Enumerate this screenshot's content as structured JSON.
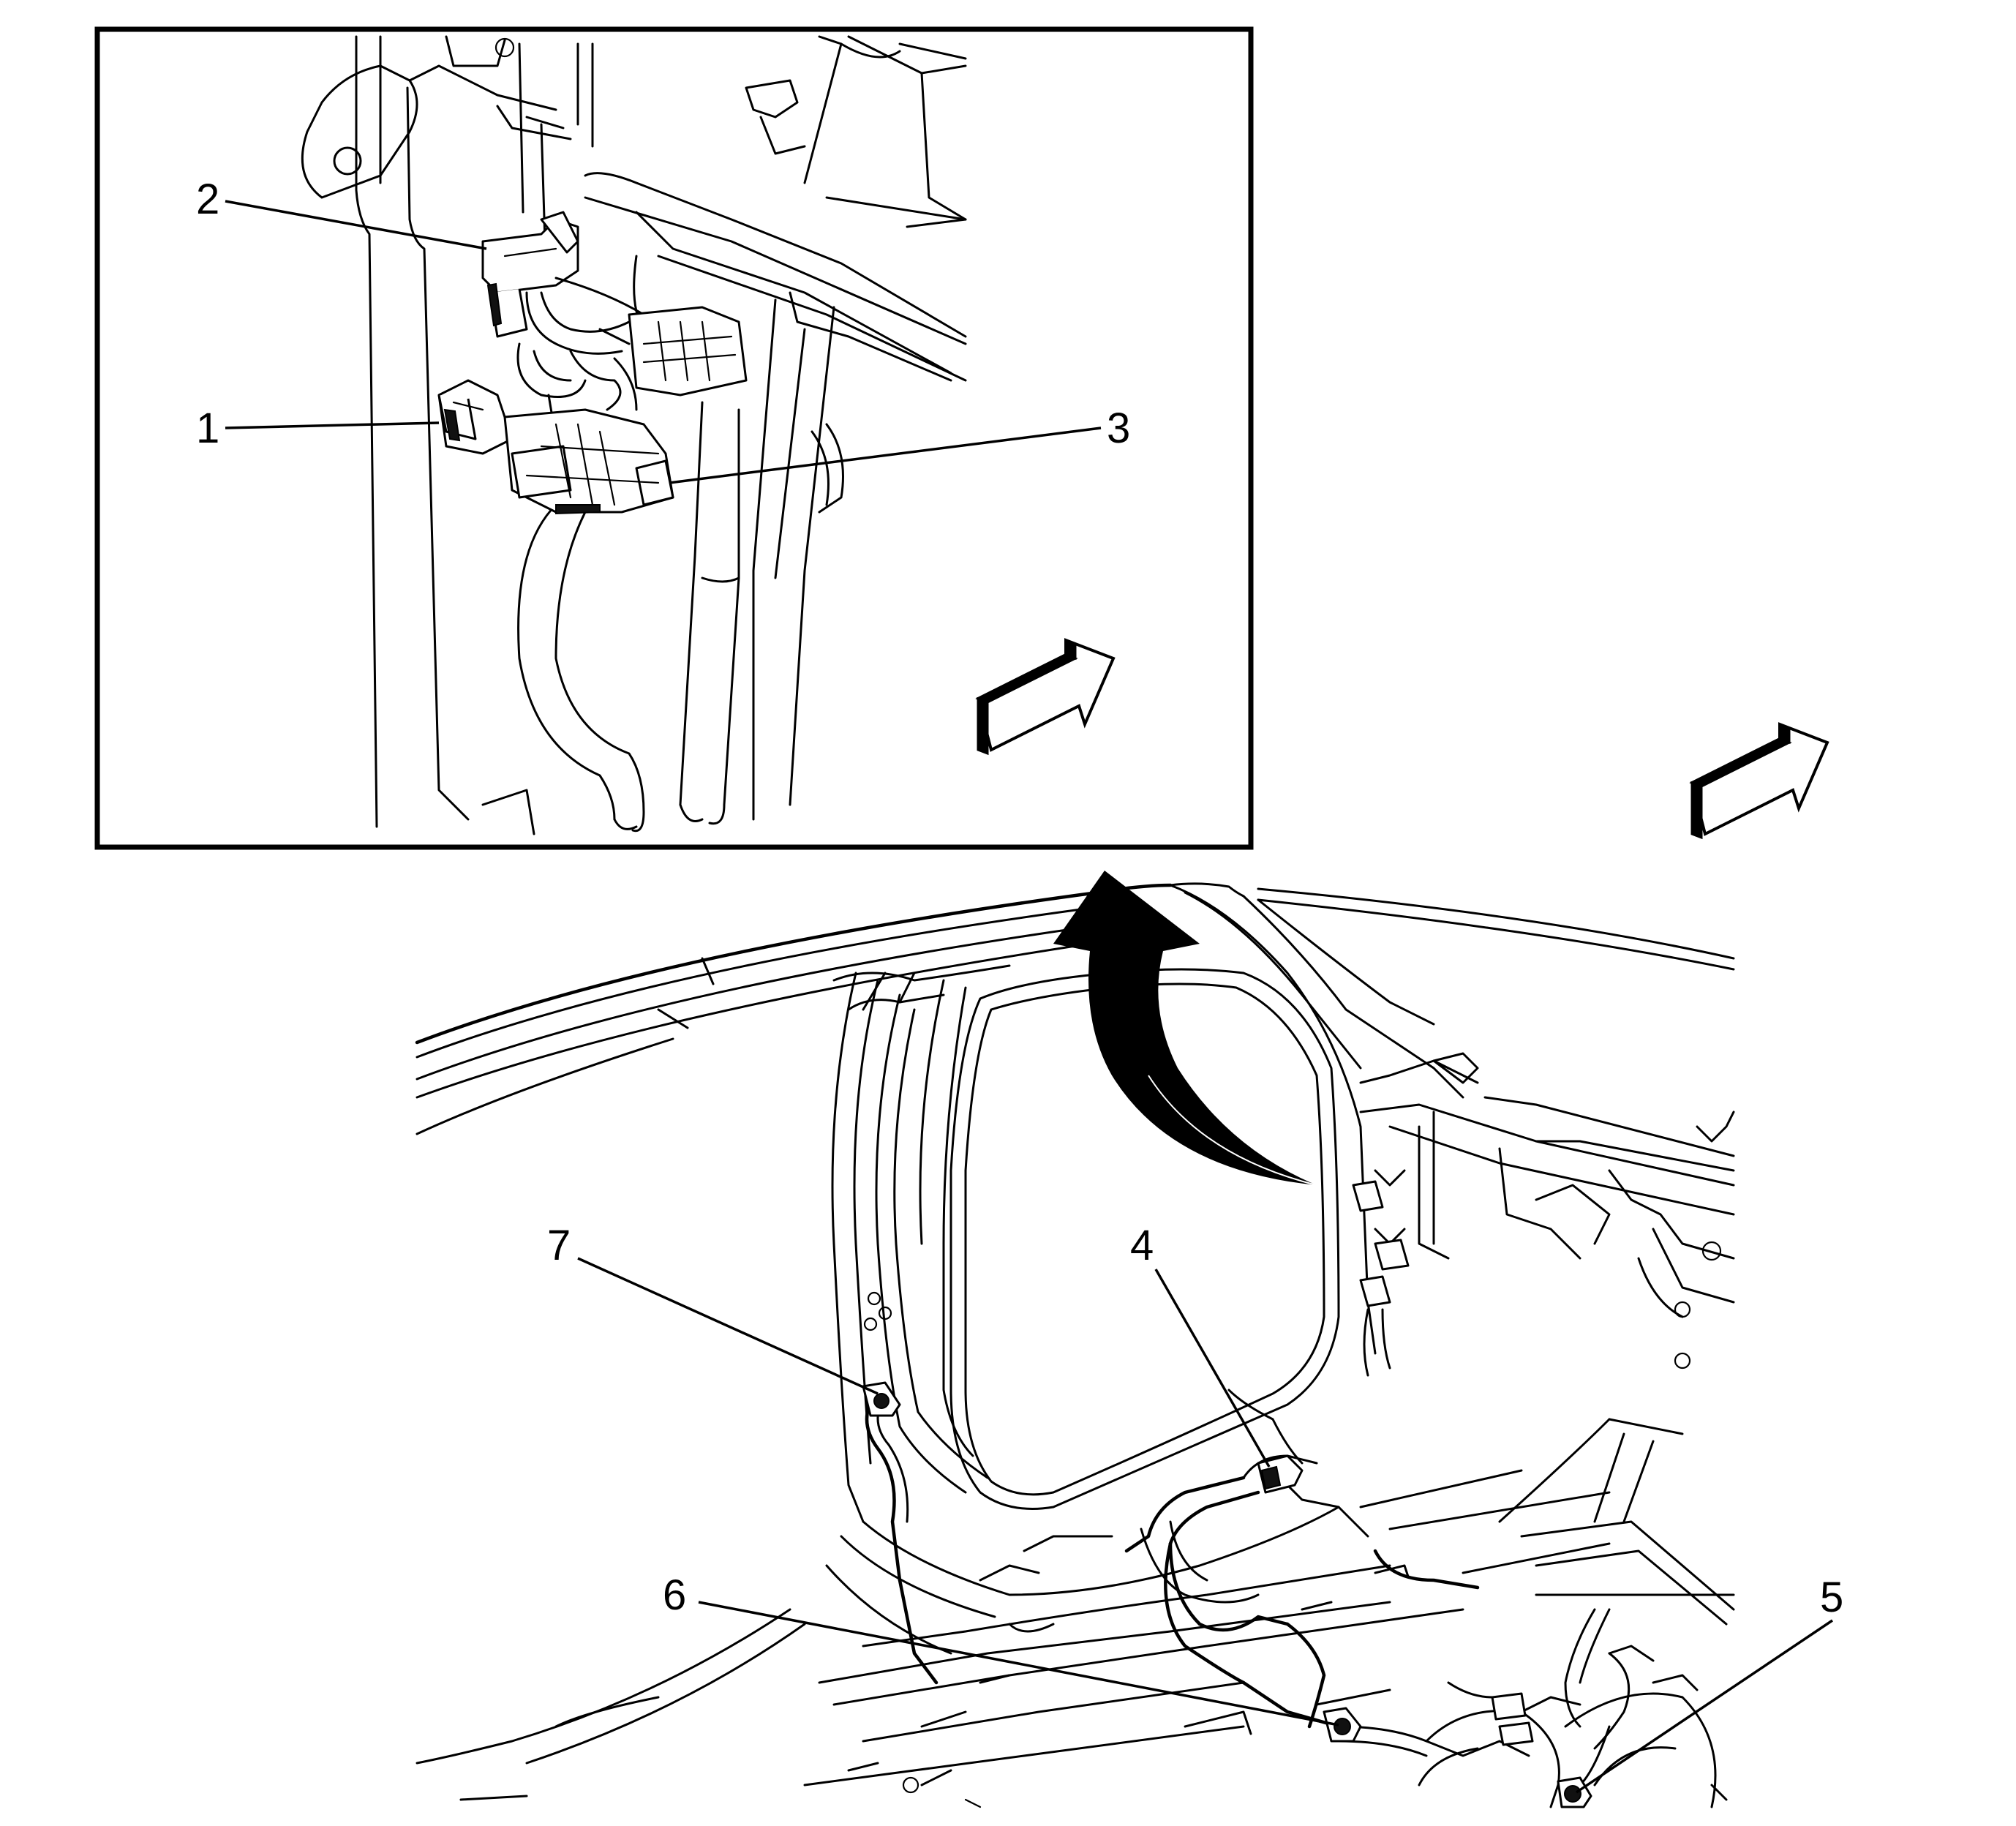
{
  "callouts": {
    "c1": "1",
    "c2": "2",
    "c3": "3",
    "c4": "4",
    "c5": "5",
    "c6": "6",
    "c7": "7"
  },
  "icons": [
    "forward-direction-arrow-icon",
    "forward-direction-arrow-icon",
    "detail-view-curved-arrow-icon"
  ],
  "colors": {
    "line": "#000000",
    "background": "#ffffff"
  }
}
